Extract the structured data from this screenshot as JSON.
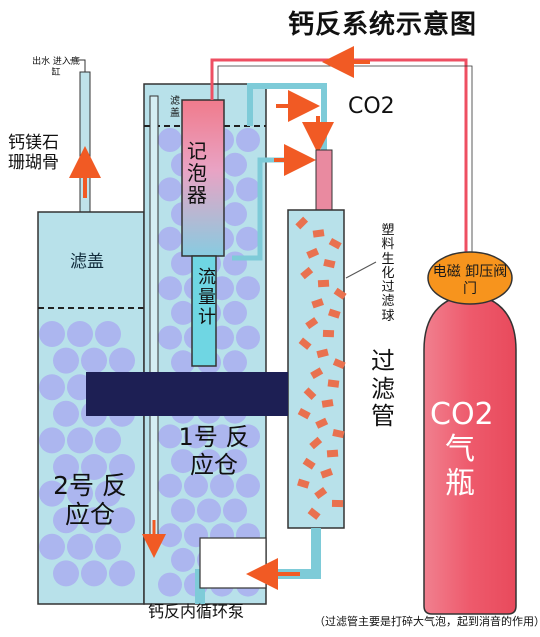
{
  "title": "钙反系统示意图",
  "labels": {
    "co2_pipe": "CO2",
    "outlet": "出水 进入底缸",
    "coral": "钙镁石 珊瑚骨",
    "lid_left": "滤盖",
    "lid_center": "滤盖",
    "bubble_counter": "记泡器",
    "flow_meter": "流量计",
    "reactor_1": "1号 反应仓",
    "reactor_2": "2号 反应仓",
    "filter_media": "塑料生化过滤球",
    "filter_tube": "过滤管",
    "solenoid_valve": "电磁 卸压阀门",
    "cylinder": "CO2 气 瓶",
    "pump": "钙反内循环泵",
    "note": "（过滤管主要是打碎大气泡，起到消音的作用）"
  },
  "colors": {
    "tank_fill": "#b8e1ea",
    "media_ball": "#a9aef0",
    "pipe_blue": "#7ecbd8",
    "co2_red": "#ee4f62",
    "arrow_orange": "#f15a24",
    "valve_orange": "#f7941d",
    "flow_cyan": "#6fd6e3",
    "redaction_bar": "#1d1f54"
  }
}
